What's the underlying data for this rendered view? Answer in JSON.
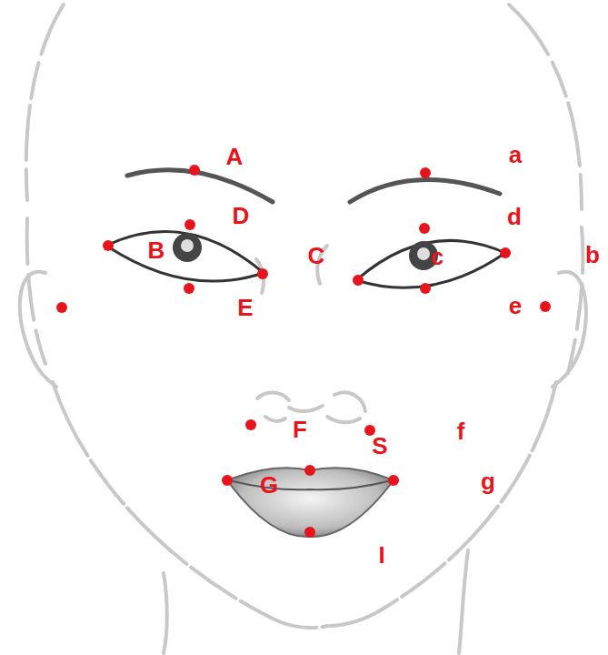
{
  "diagram": {
    "labels": [
      "A",
      "a",
      "D",
      "d",
      "B",
      "C",
      "c",
      "b",
      "E",
      "e",
      "F",
      "S",
      "f",
      "G",
      "g",
      "I"
    ]
  }
}
